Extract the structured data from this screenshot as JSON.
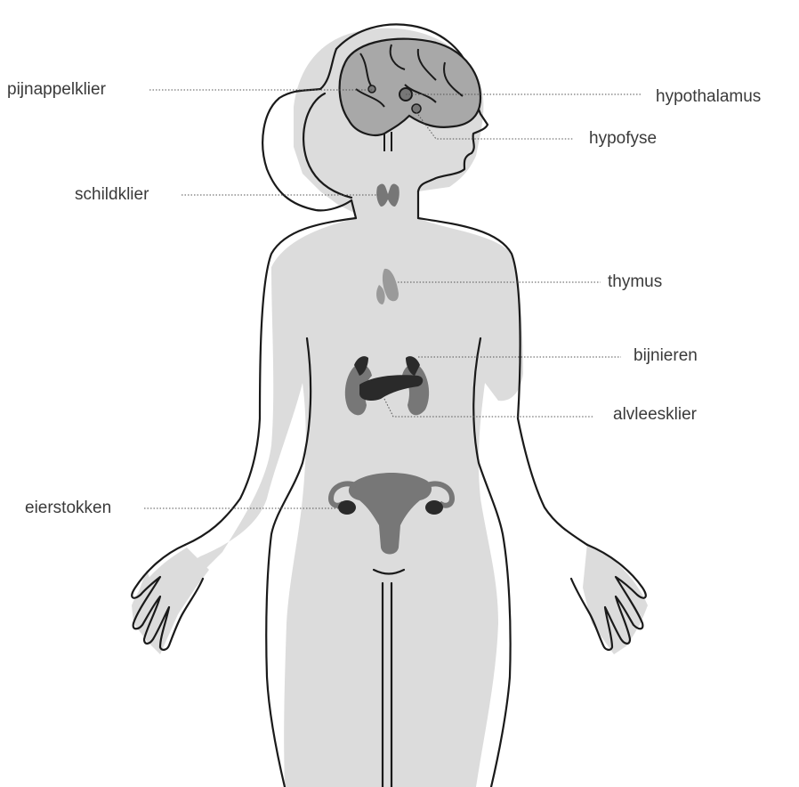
{
  "colors": {
    "background": "#ffffff",
    "silhouette_fill": "#dcdcdc",
    "outline": "#1a1a1a",
    "gland_light": "#9a9a9a",
    "gland_mid": "#777777",
    "gland_dark": "#2a2a2a",
    "label_text": "#3a3a3a"
  },
  "labels": {
    "pineal": "pijnappelklier",
    "hypothalamus": "hypothalamus",
    "pituitary": "hypofyse",
    "thyroid": "schildklier",
    "thymus": "thymus",
    "adrenals": "bijnieren",
    "pancreas": "alvleesklier",
    "ovaries": "eierstokken"
  }
}
